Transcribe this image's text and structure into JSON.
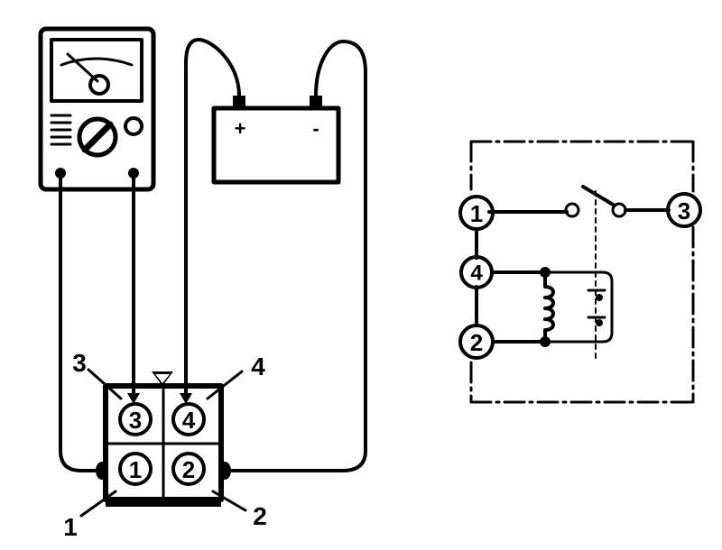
{
  "colors": {
    "ink": "#000000",
    "background": "#ffffff"
  },
  "left_diagram": {
    "battery": {
      "positive_symbol": "+",
      "negative_symbol": "-"
    },
    "connector": {
      "terminals": [
        "3",
        "4",
        "1",
        "2"
      ],
      "pin_labels": {
        "p1": "1",
        "p2": "2",
        "p3": "3",
        "p4": "4"
      }
    },
    "meter_icon": "analog-multimeter-icon"
  },
  "right_diagram": {
    "terminals": {
      "t1": "1",
      "t2": "2",
      "t3": "3",
      "t4": "4"
    },
    "switch_icon": "open-switch-icon",
    "coil_icon": "relay-coil-icon"
  }
}
